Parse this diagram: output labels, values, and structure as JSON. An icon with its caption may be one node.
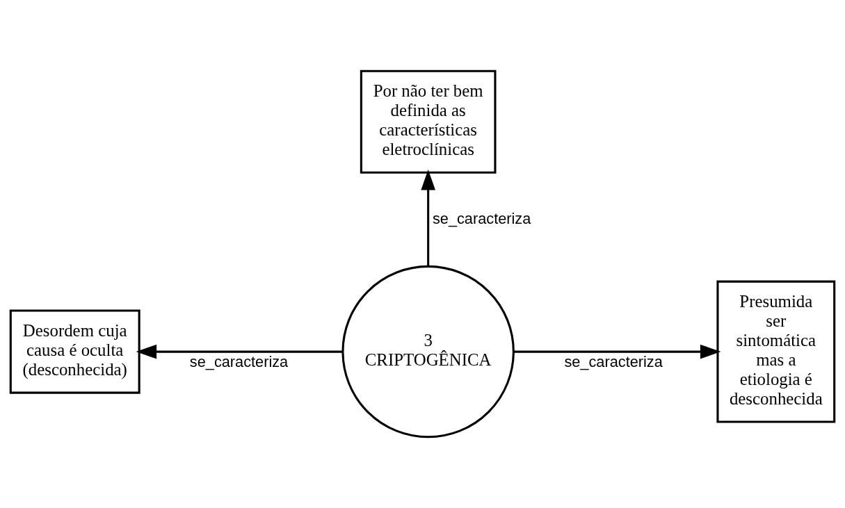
{
  "diagram": {
    "nodes": [
      {
        "text": [
          "Por não ter bem definida as características eletroclínicas"
        ]
      },
      {
        "text": [
          "Desordem cuja causa é oculta (desconhecida)"
        ]
      },
      {
        "text": [
          "3",
          "CRIPTOGÊNICA"
        ]
      },
      {
        "text": [
          "Presumida ser sintomática mas a etiologia é desconhecida"
        ]
      }
    ],
    "edges": [
      {
        "from": 2,
        "to": 0,
        "arrow": "to",
        "label": "se_caracteriza"
      },
      {
        "from": 2,
        "to": 1,
        "arrow": "to",
        "label": "se_caracteriza"
      },
      {
        "from": 2,
        "to": 3,
        "arrow": "to",
        "label": "se_caracteriza"
      }
    ]
  }
}
